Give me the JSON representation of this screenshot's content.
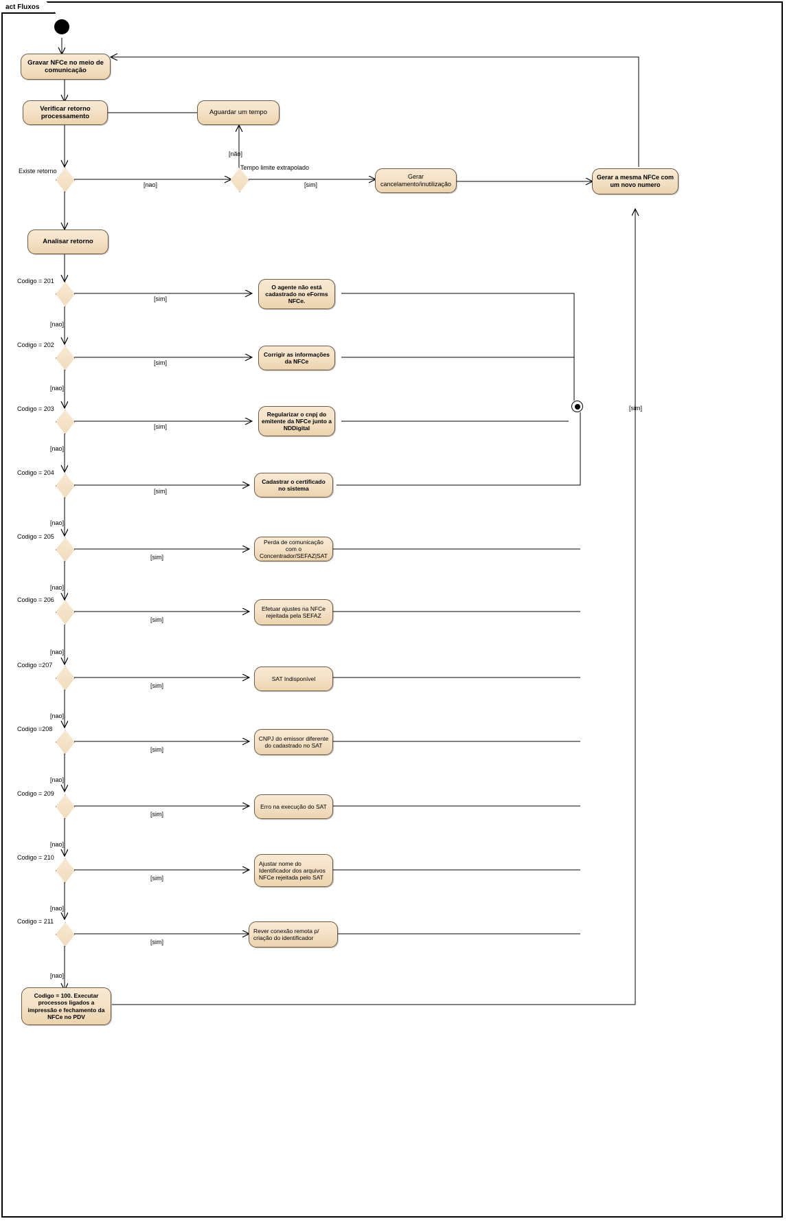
{
  "frame": {
    "label": "act Fluxos"
  },
  "nodes": {
    "initial": {
      "name": "initial-node"
    },
    "gravar": {
      "text": "Gravar NFCe no meio de comunicação"
    },
    "verificar": {
      "text": "Verificar retorno processamento"
    },
    "aguardar": {
      "text": "Aguardar um tempo"
    },
    "gerar_cancel": {
      "text": "Gerar cancelamento/inutilização"
    },
    "gerar_mesma": {
      "text": "Gerar a mesma NFCe com um novo numero"
    },
    "analisar": {
      "text": "Analisar retorno"
    },
    "a201": {
      "text": "O agente não está cadastrado no eForms NFCe."
    },
    "a202": {
      "text": "Corrigir as informações da NFCe"
    },
    "a203": {
      "text": "Regularizar o cnpj do emitente da NFCe junto a NDDigital"
    },
    "a204": {
      "text": "Cadastrar o certificado no sistema"
    },
    "a205": {
      "text": "Perda de comunicação com o Concentrador/SEFAZ|SAT"
    },
    "a206": {
      "text": "Efetuar ajustes na NFCe rejeitada pela SEFAZ"
    },
    "a207": {
      "text": "SAT Indisponível"
    },
    "a208": {
      "text": "CNPJ do emissor diferente do cadastrado no SAT"
    },
    "a209": {
      "text": "Erro na execução do SAT"
    },
    "a210": {
      "text": "Ajustar nome do Identificador dos arquivos\nNFCe rejeitada pelo SAT"
    },
    "a211": {
      "text": "Rever conexão remota p/ criação do identificador"
    },
    "a100": {
      "text": "Codigo = 100. Executar processos ligados a impressão e fechamento da NFCe no PDV"
    },
    "final": {
      "name": "activity-final-node"
    }
  },
  "decisions": [
    {
      "id": "existe-retorno",
      "label": "Existe retorno"
    },
    {
      "id": "tempo-limite",
      "label": "Tempo limite extrapolado"
    },
    {
      "id": "codigo-201",
      "label": "Codigo = 201"
    },
    {
      "id": "codigo-202",
      "label": "Codigo = 202"
    },
    {
      "id": "codigo-203",
      "label": "Codigo = 203"
    },
    {
      "id": "codigo-204",
      "label": "Codigo = 204"
    },
    {
      "id": "codigo-205",
      "label": "Codigo = 205"
    },
    {
      "id": "codigo-206",
      "label": "Codigo = 206"
    },
    {
      "id": "codigo-207",
      "label": "Codigo =207"
    },
    {
      "id": "codigo-208",
      "label": "Codigo =208"
    },
    {
      "id": "codigo-209",
      "label": "Codigo = 209"
    },
    {
      "id": "codigo-210",
      "label": "Codigo = 210"
    },
    {
      "id": "codigo-211",
      "label": "Codigo = 211"
    }
  ],
  "guards": {
    "nao_acc": "[não]",
    "nao": "[nao]",
    "sim": "[sim]"
  },
  "colors": {
    "node_fill": "#f5e2c8",
    "node_border": "#6b5a47",
    "line": "#000000",
    "background": "#ffffff"
  }
}
